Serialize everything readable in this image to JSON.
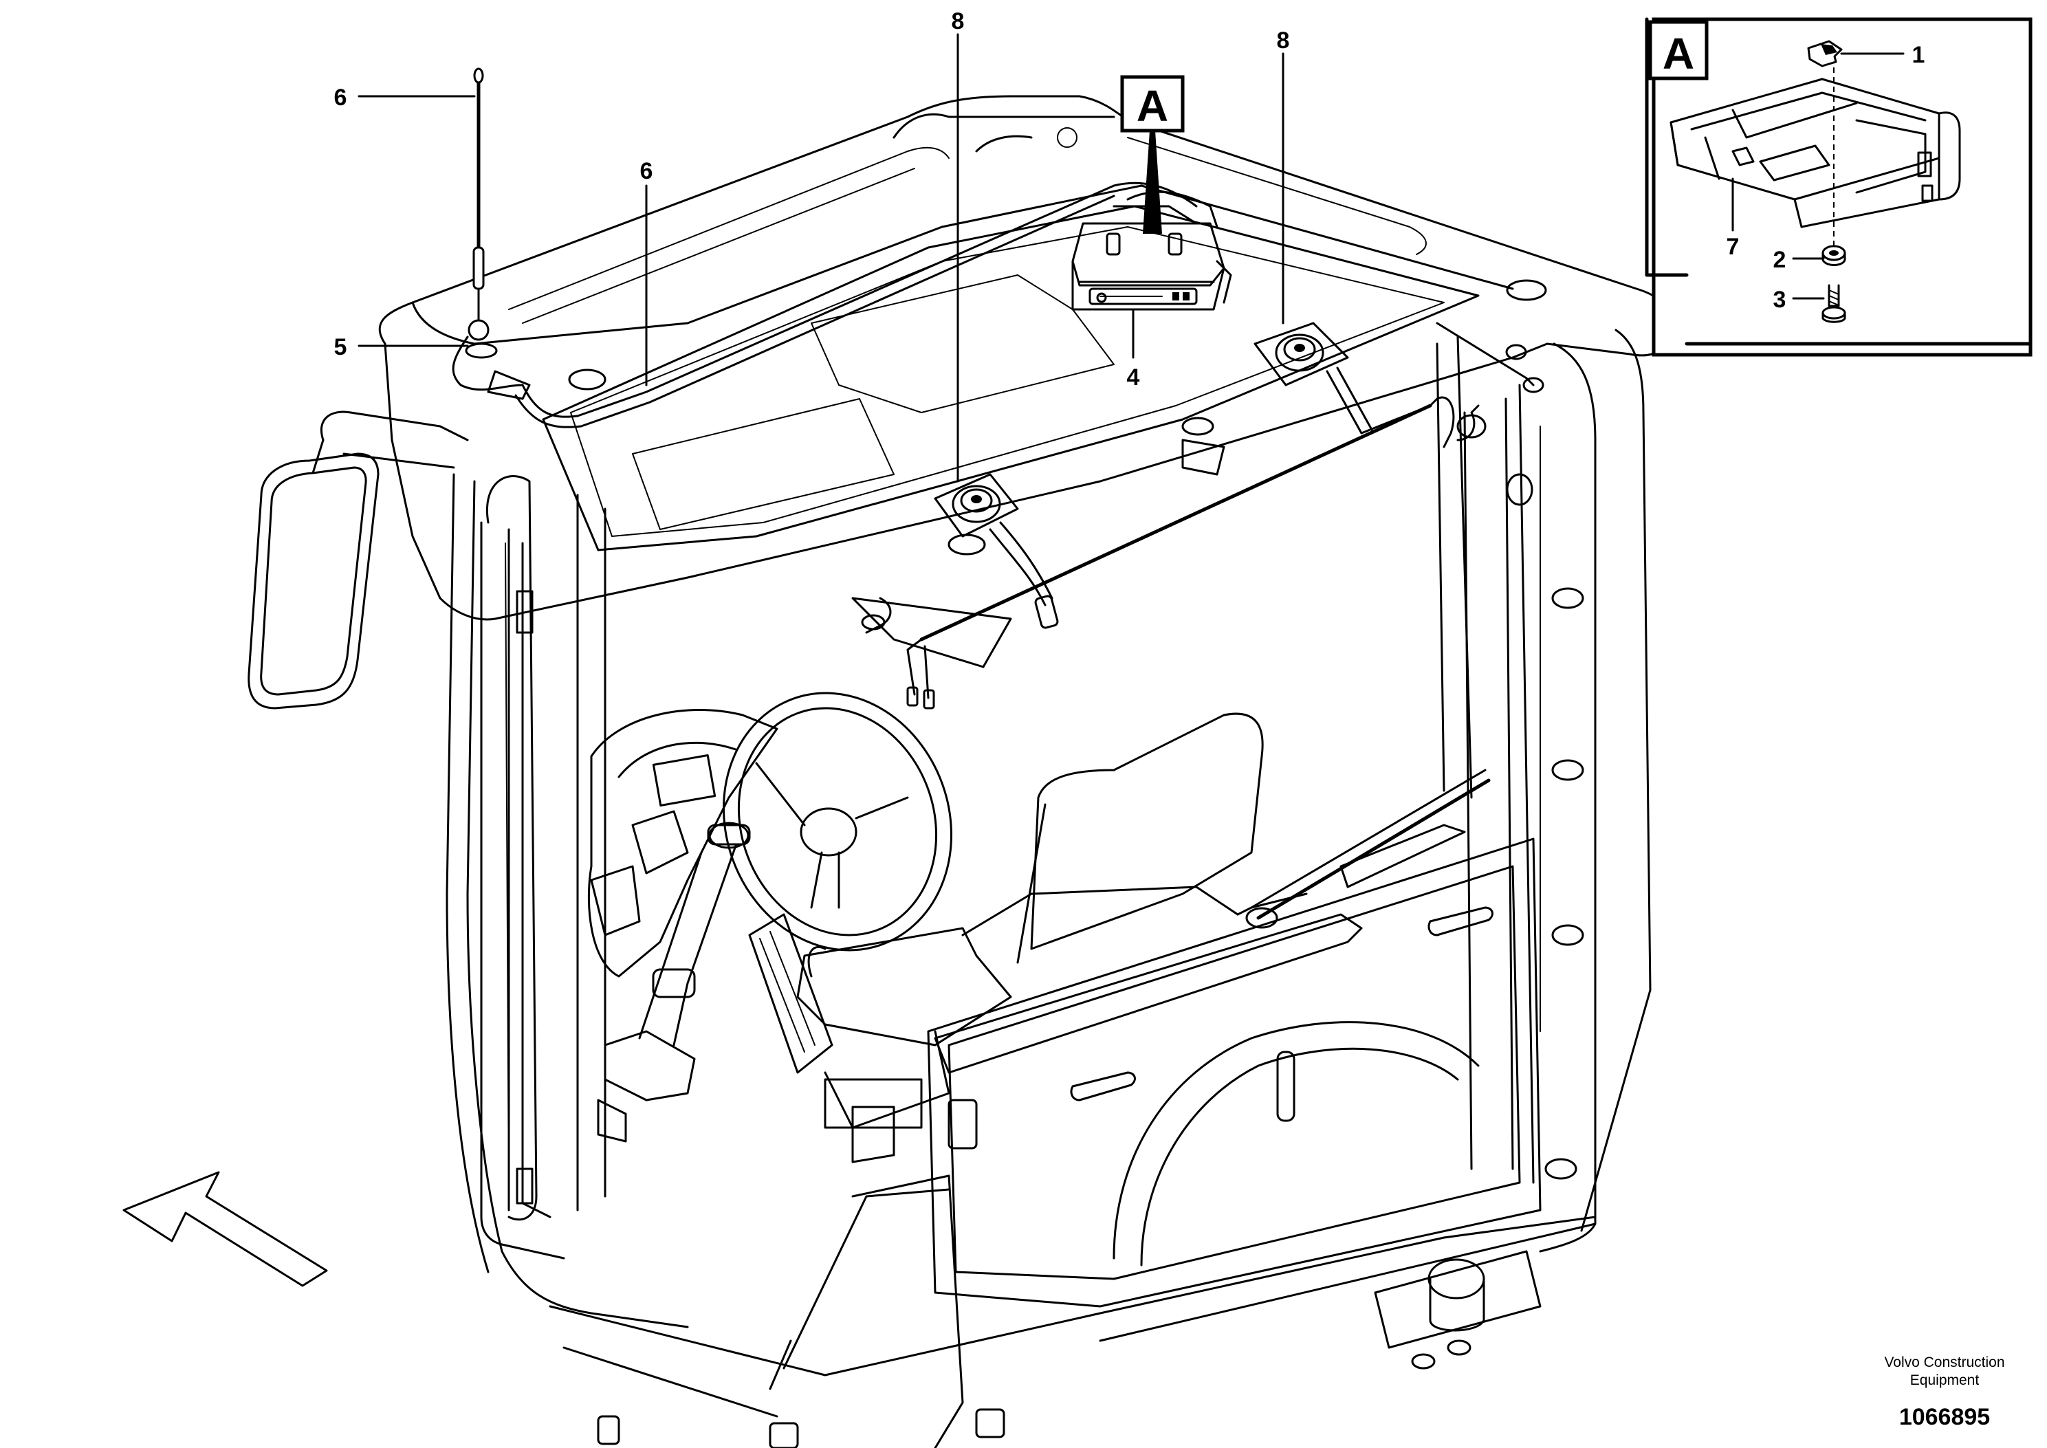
{
  "detail_tag": "A",
  "callouts": {
    "c1": "1",
    "c2": "2",
    "c3": "3",
    "c4": "4",
    "c5": "5",
    "c6_left": "6",
    "c6_mid": "6",
    "c7": "7",
    "c8_left": "8",
    "c8_right": "8"
  },
  "footer": {
    "brand_line1": "Volvo Construction",
    "brand_line2": "Equipment",
    "document_number": "1066895"
  }
}
